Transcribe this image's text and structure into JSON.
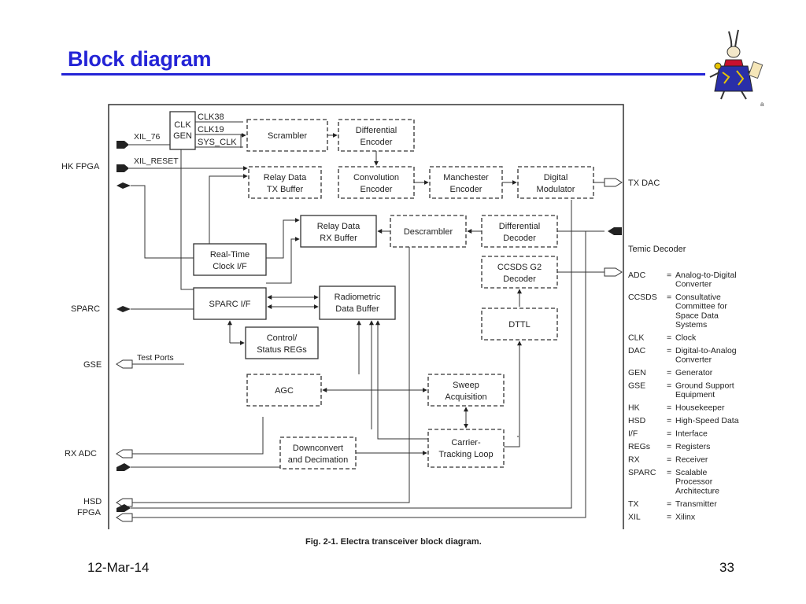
{
  "slide": {
    "title": "Block diagram",
    "date": "12-Mar-14",
    "page_number": "33",
    "logo_mark": "a",
    "accent_color": "#2424d6"
  },
  "diagram": {
    "caption": "Fig. 2-1.  Electra transceiver block diagram.",
    "clock_signals": {
      "clk38": "CLK38",
      "clk19": "CLK19",
      "sys_clk": "SYS_CLK"
    },
    "blocks": {
      "clk_gen": [
        "CLK",
        "GEN"
      ],
      "scrambler": [
        "Scrambler"
      ],
      "diff_encoder": [
        "Differential",
        "Encoder"
      ],
      "relay_tx": [
        "Relay Data",
        "TX Buffer"
      ],
      "conv_encoder": [
        "Convolution",
        "Encoder"
      ],
      "manchester": [
        "Manchester",
        "Encoder"
      ],
      "digital_mod": [
        "Digital",
        "Modulator"
      ],
      "relay_rx": [
        "Relay Data",
        "RX Buffer"
      ],
      "descrambler": [
        "Descrambler"
      ],
      "diff_decoder": [
        "Differential",
        "Decoder"
      ],
      "rtc": [
        "Real-Time",
        "Clock I/F"
      ],
      "ccsds": [
        "CCSDS G2",
        "Decoder"
      ],
      "sparc_if": [
        "SPARC I/F"
      ],
      "radiometric": [
        "Radiometric",
        "Data Buffer"
      ],
      "dttl": [
        "DTTL"
      ],
      "control": [
        "Control/",
        "Status REGs"
      ],
      "agc": [
        "AGC"
      ],
      "sweep": [
        "Sweep",
        "Acquisition"
      ],
      "downconvert": [
        "Downconvert",
        "and Decimation"
      ],
      "carrier": [
        "Carrier-",
        "Tracking Loop"
      ]
    },
    "left_labels": {
      "hk_fpga": "HK FPGA",
      "sparc": "SPARC",
      "gse": "GSE",
      "rx_adc": "RX ADC",
      "hsd": "HSD",
      "fpga": "FPGA"
    },
    "signal_labels": {
      "xil_76": "XIL_76",
      "xil_reset": "XIL_RESET",
      "test_ports": "Test Ports"
    },
    "right_labels": {
      "tx_dac": "TX DAC",
      "temic": "Temic Decoder"
    },
    "glossary": [
      {
        "abbr": "ADC",
        "def": [
          "Analog-to-Digital",
          "Converter"
        ]
      },
      {
        "abbr": "CCSDS",
        "def": [
          "Consultative",
          "Committee for",
          "Space Data",
          "Systems"
        ]
      },
      {
        "abbr": "CLK",
        "def": [
          "Clock"
        ]
      },
      {
        "abbr": "DAC",
        "def": [
          "Digital-to-Analog",
          "Converter"
        ]
      },
      {
        "abbr": "GEN",
        "def": [
          "Generator"
        ]
      },
      {
        "abbr": "GSE",
        "def": [
          "Ground Support",
          "Equipment"
        ]
      },
      {
        "abbr": "HK",
        "def": [
          "Housekeeper"
        ]
      },
      {
        "abbr": "HSD",
        "def": [
          "High-Speed Data"
        ]
      },
      {
        "abbr": "I/F",
        "def": [
          "Interface"
        ]
      },
      {
        "abbr": "REGs",
        "def": [
          "Registers"
        ]
      },
      {
        "abbr": "RX",
        "def": [
          "Receiver"
        ]
      },
      {
        "abbr": "SPARC",
        "def": [
          "Scalable",
          "Processor",
          "Architecture"
        ]
      },
      {
        "abbr": "TX",
        "def": [
          "Transmitter"
        ]
      },
      {
        "abbr": "XIL",
        "def": [
          "Xilinx"
        ]
      }
    ]
  }
}
